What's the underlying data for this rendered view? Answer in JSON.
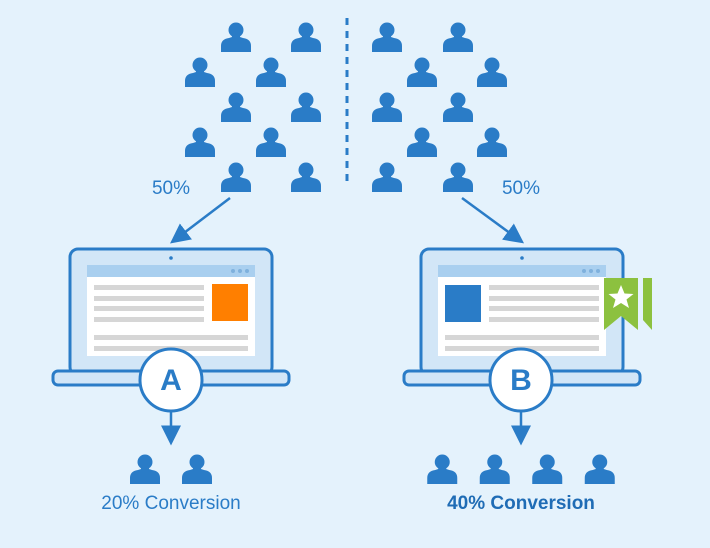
{
  "split_left_label": "50%",
  "split_right_label": "50%",
  "variant_a": {
    "letter": "A",
    "result": "20% Conversion",
    "accent_color": "#ff7f00",
    "converted_users": 2
  },
  "variant_b": {
    "letter": "B",
    "result": "40% Conversion",
    "accent_color": "#2a7cc7",
    "converted_users": 4,
    "badge_icon": "star-ribbon-icon",
    "badge_color": "#8cc13f"
  },
  "colors": {
    "primary": "#2a7cc7",
    "background": "#e4f2fc"
  }
}
